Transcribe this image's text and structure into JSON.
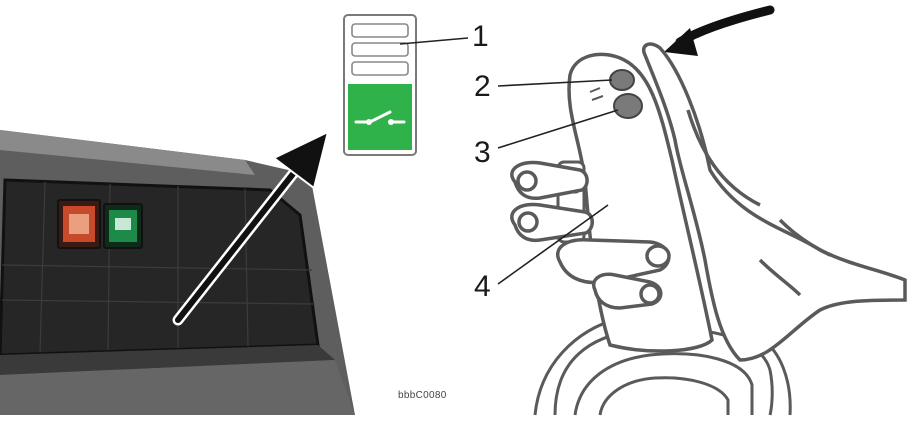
{
  "callouts": {
    "c1": "1",
    "c2": "2",
    "c3": "3",
    "c4": "4"
  },
  "image_code": "bbbC0080",
  "colors": {
    "panel": "#5c5c5c",
    "panel_dark": "#202020",
    "switch_red": "#c84a2a",
    "switch_green": "#1e8a4a",
    "decal_green": "#2fb24a",
    "outline": "#5a5a5a"
  },
  "icons": {
    "decal": "switch-decal-icon",
    "arrow": "pointer-arrow-icon",
    "rotation": "curved-arrow-icon",
    "joystick": "joystick-hand-icon"
  }
}
